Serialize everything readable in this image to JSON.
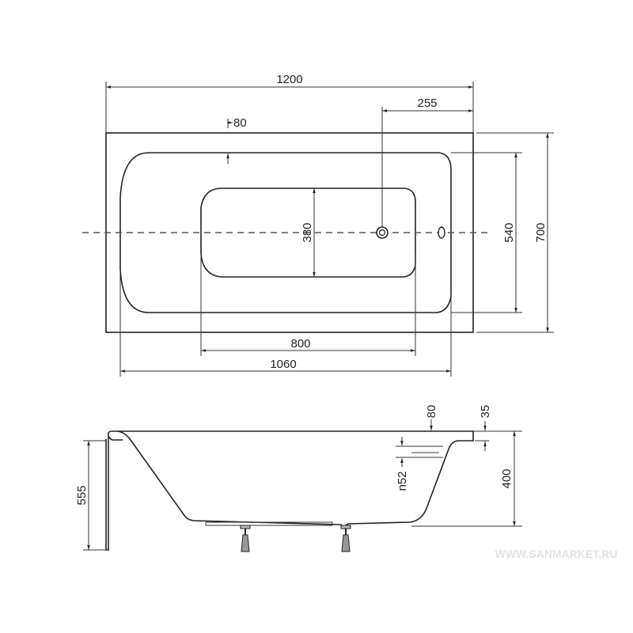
{
  "top_view": {
    "dimensions": {
      "length": "1200",
      "drain_offset": "255",
      "rim_width": "80",
      "inner_length": "1060",
      "bottom_length": "800",
      "bottom_width": "380",
      "inner_width": "540",
      "width": "700"
    }
  },
  "side_view": {
    "dimensions": {
      "overflow_offset": "80",
      "rim_thickness": "35",
      "overflow_diameter": "n52",
      "depth": "400",
      "panel_height": "555"
    }
  },
  "watermark": "WWW.SANMARKET.RU"
}
